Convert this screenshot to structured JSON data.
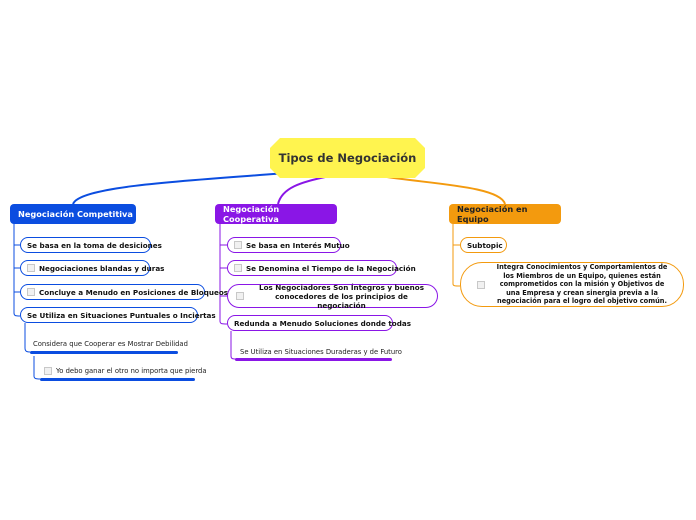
{
  "colors": {
    "root": "#fff44f",
    "competitiva": "#0b4de0",
    "cooperativa": "#8a16e6",
    "equipo": "#f39a0e"
  },
  "root": {
    "title": "Tipos de Negociación"
  },
  "branches": {
    "competitiva": {
      "title": "Negociación Competitiva",
      "items": [
        "Se basa en la toma de desiciones",
        "Negociaciones blandas y duras",
        "Concluye a Menudo en Posiciones de Bloqueos",
        "Se Utiliza en Situaciones Puntuales o Inciertas"
      ],
      "sub": [
        "Considera que Cooperar es Mostrar Debilidad",
        "Yo debo ganar el otro no importa que pierda"
      ]
    },
    "cooperativa": {
      "title": "Negociación Cooperativa",
      "items": [
        "Se basa en Interés Mutuo",
        "Se Denomina el Tiempo de la Negociación",
        "Los Negociadores Son Íntegros y buenos conocedores de los principios de negociación",
        "Redunda a Menudo Soluciones donde todas"
      ],
      "sub": [
        "Se Utiliza en Situaciones Duraderas y de Futuro"
      ]
    },
    "equipo": {
      "title": "Negociación en Equipo",
      "items": [
        "Subtopic",
        "Integra Conocimientos y Comportamientos de los Miembros de un Equipo, quienes están comprometidos con la misión y Objetivos de una Empresa y crean sinergia previa a la negociación para el logro del objetivo común."
      ]
    }
  }
}
